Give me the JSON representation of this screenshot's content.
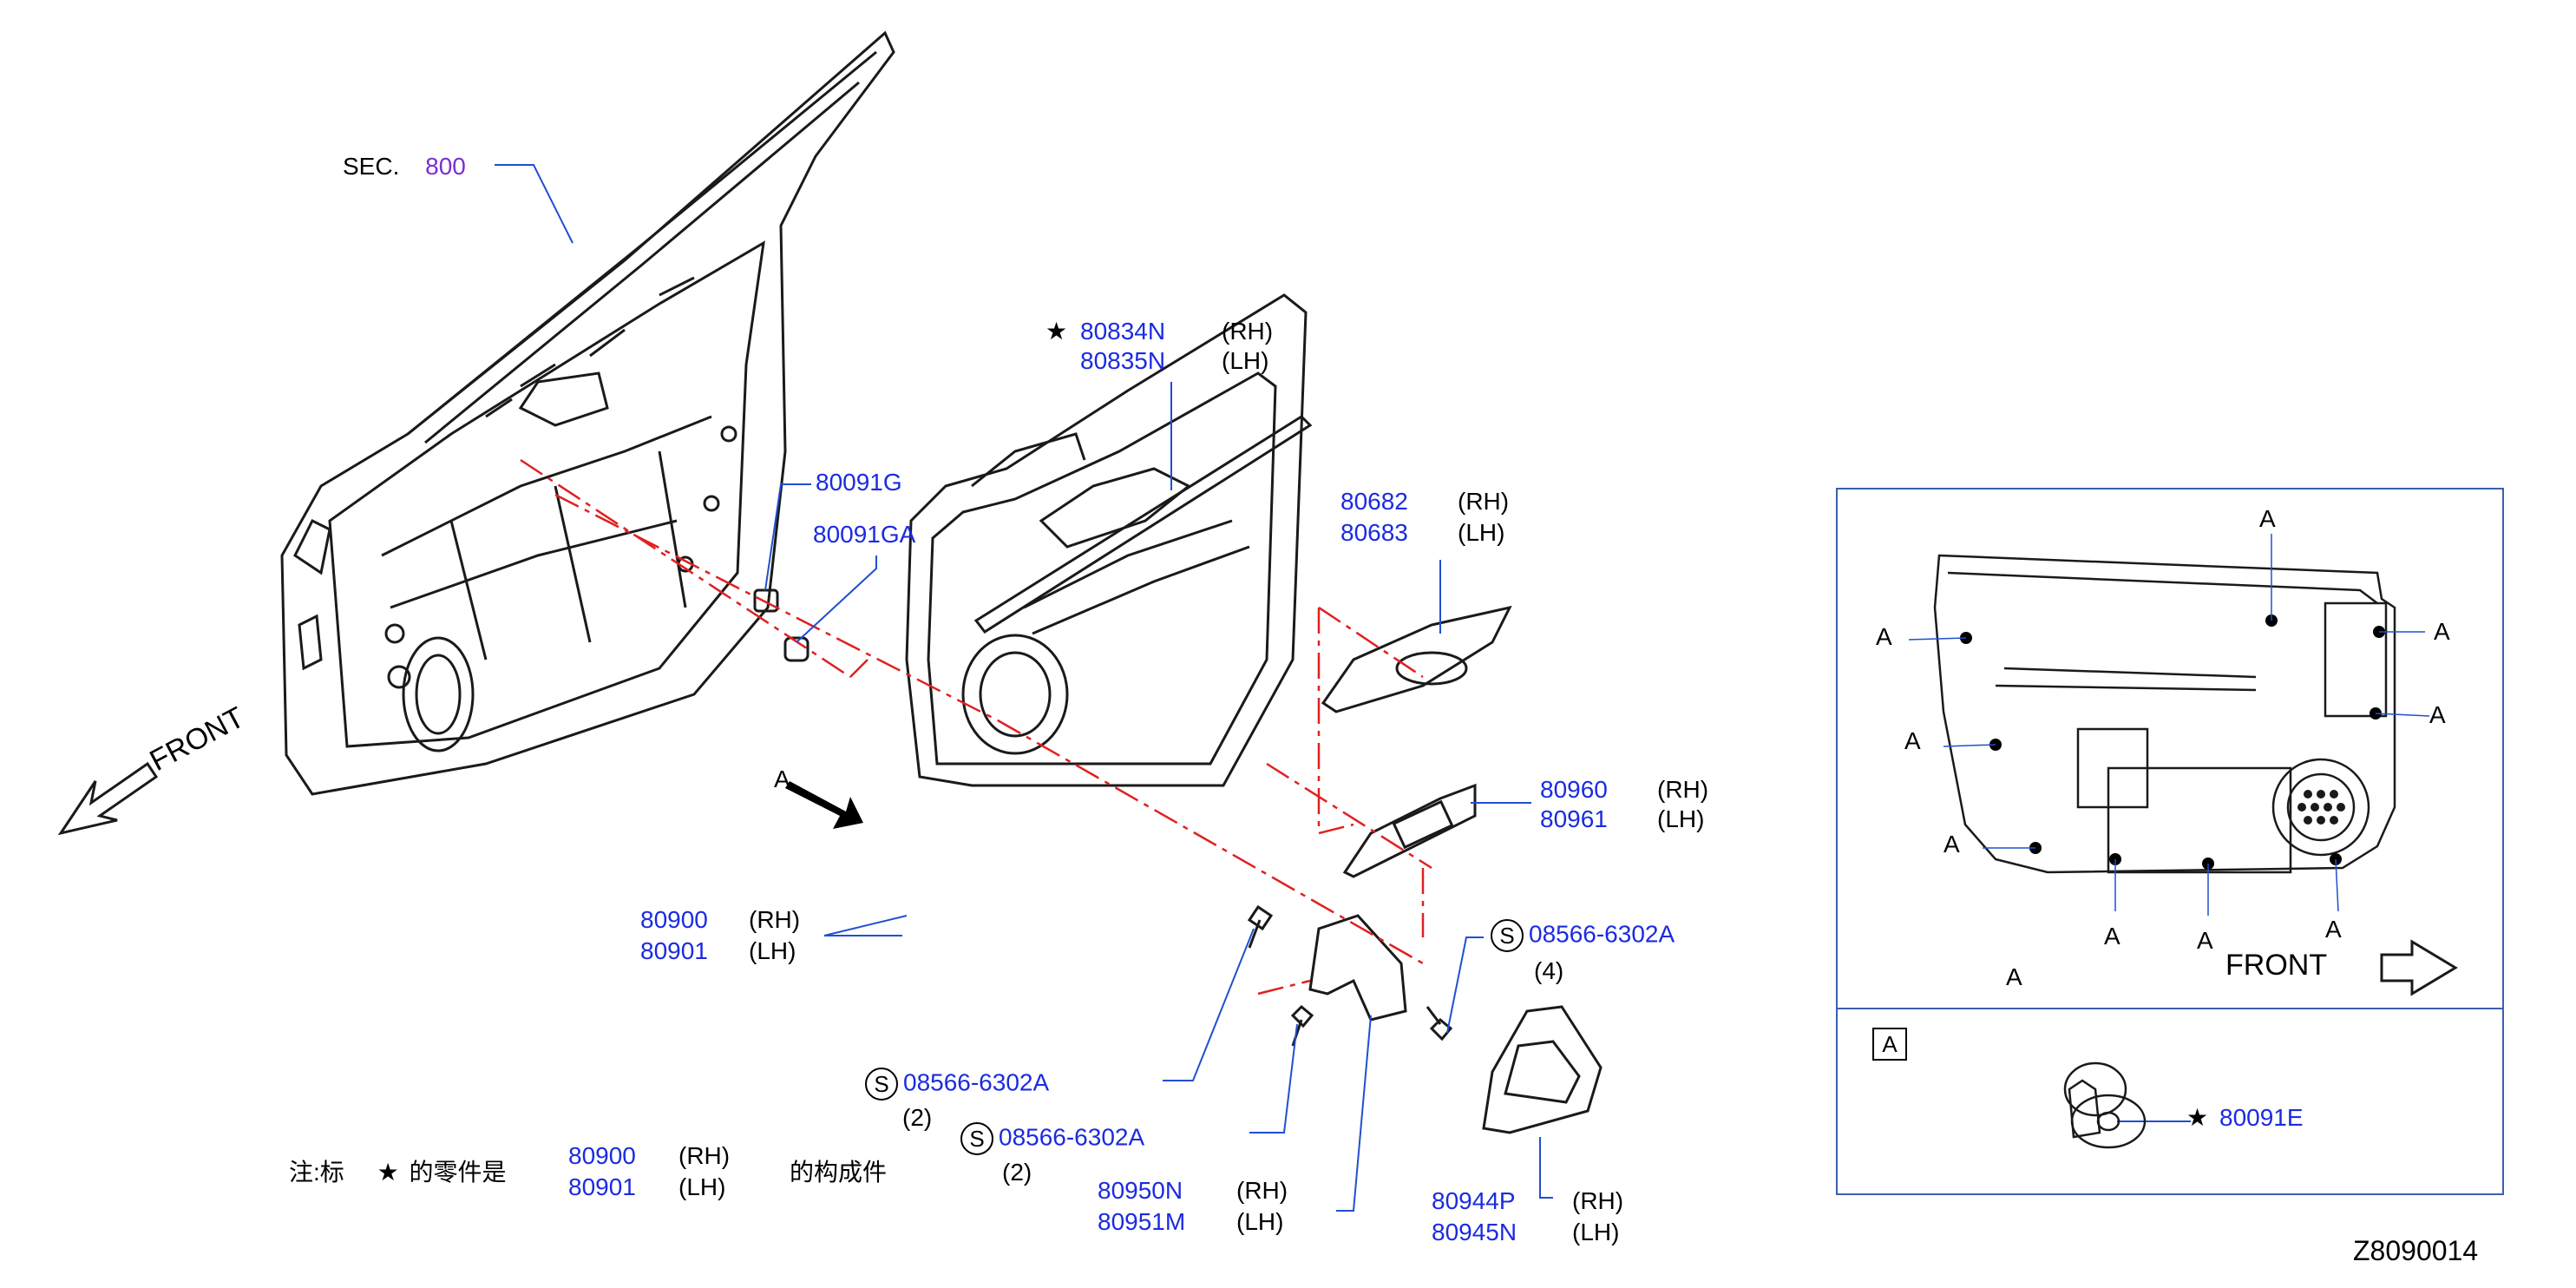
{
  "labels": {
    "sec": "SEC.",
    "sec_num": "800",
    "rh": "(RH)",
    "lh": "(LH)",
    "star": "★",
    "s": "S",
    "a": "A",
    "front": "FRONT",
    "note_prefix": "注:标",
    "note_mid": "的零件是",
    "note_suffix": "的构成件",
    "drawing_code": "Z8090014"
  },
  "parts": {
    "p80834N": "80834N",
    "p80835N": "80835N",
    "p80091G": "80091G",
    "p80091GA": "80091GA",
    "p80682": "80682",
    "p80683": "80683",
    "p80960": "80960",
    "p80961": "80961",
    "p80900": "80900",
    "p80901": "80901",
    "screw": "08566-6302A",
    "qty4": "(4)",
    "qty2": "(2)",
    "p80950N": "80950N",
    "p80951M": "80951M",
    "p80944P": "80944P",
    "p80945N": "80945N",
    "p80091E": "80091E"
  },
  "colors": {
    "part_number": "#1b2be0",
    "section_number": "#7a2fcf",
    "leader": "#2050d0",
    "dash": "#e02020",
    "line": "#1a1a1a",
    "frame": "#3a5fb0"
  }
}
